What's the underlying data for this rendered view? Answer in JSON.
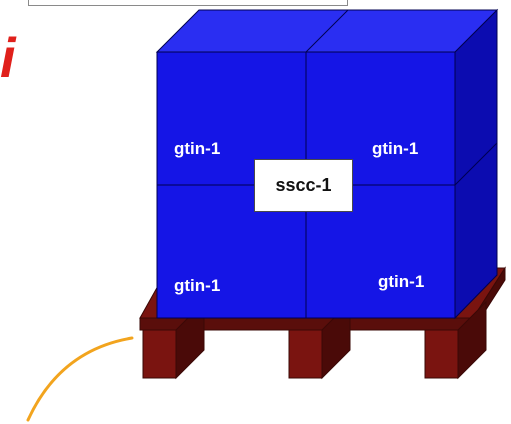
{
  "decor_letter": "i",
  "colors": {
    "accent_red": "#e0201b",
    "box_blue": "#1515e6",
    "box_blue_side": "#0c0cb0",
    "box_blue_top": "#2a2ef2",
    "pallet_brown": "#7a1410",
    "pallet_dark": "#4a0a08",
    "arrow_orange": "#f2a41e"
  },
  "cases": [
    {
      "label": "gtin-1"
    },
    {
      "label": "gtin-1"
    },
    {
      "label": "gtin-1"
    },
    {
      "label": "gtin-1"
    }
  ],
  "pallet_label": "sscc-1"
}
